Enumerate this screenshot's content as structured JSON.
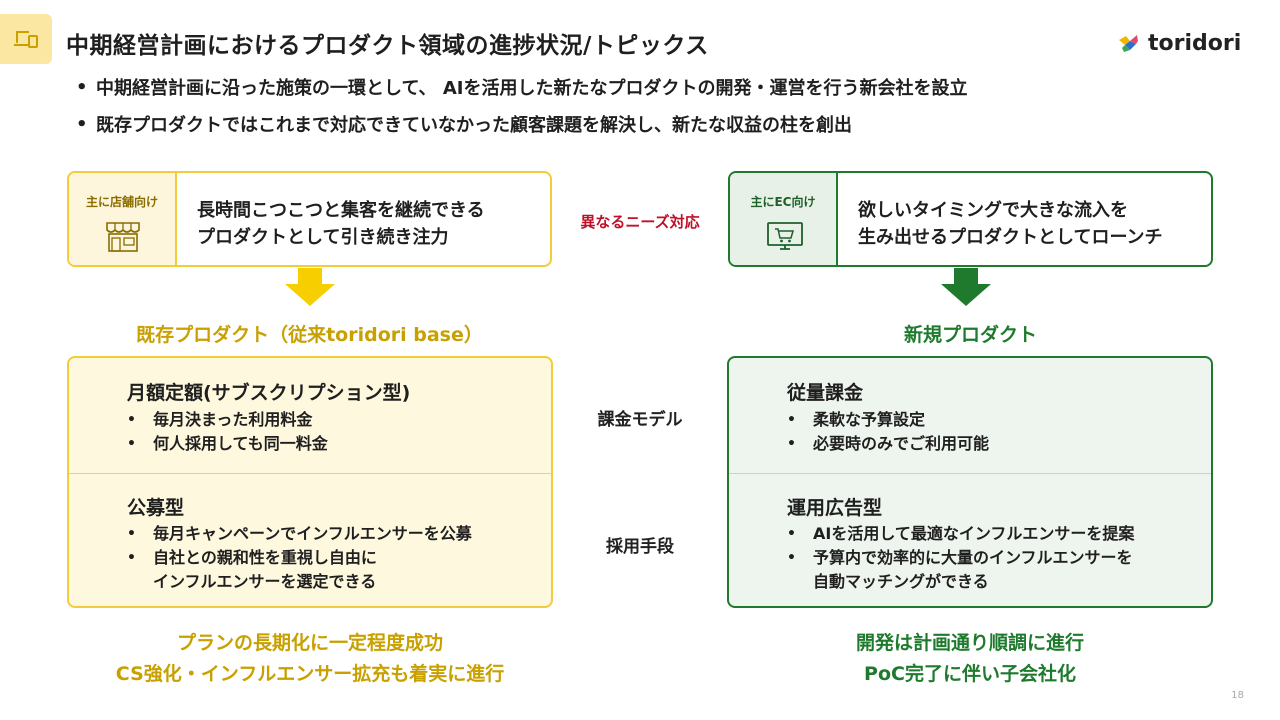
{
  "header": {
    "title": "中期経営計画におけるプロダクト領域の進捗状況/トピックス",
    "logo_text": "toridori",
    "bullets": [
      "中期経営計画に沿った施策の一環として、 AIを活用した新たなプロダクトの開発・運営を行う新会社を設立",
      "既存プロダクトではこれまで対応できていなかった顧客課題を解決し、新たな収益の柱を創出"
    ]
  },
  "left_card": {
    "tag": "主に店舗向け",
    "icon": "store-icon",
    "text_lines": [
      "長時間こつこつと集客を継続できる",
      "プロダクトとして引き続き注力"
    ]
  },
  "middle_label": "異なるニーズ対応",
  "right_card": {
    "tag": "主にEC向け",
    "icon": "computer-cart-icon",
    "text_lines": [
      "欲しいタイミングで大きな流入を",
      "生み出せるプロダクトとしてローンチ"
    ]
  },
  "left_section": {
    "title": "既存プロダクト（従来toridori base）",
    "billing": {
      "head": "月額定額(サブスクリプション型)",
      "items": [
        "毎月決まった利用料金",
        "何人採用しても同一料金"
      ]
    },
    "recruit": {
      "head": "公募型",
      "items": [
        "毎月キャンペーンでインフルエンサーを公募",
        "自社との親和性を重視し自由に\nインフルエンサーを選定できる"
      ]
    },
    "footer": [
      "プランの長期化に一定程度成功",
      "CS強化・インフルエンサー拡充も着実に進行"
    ]
  },
  "right_section": {
    "title": "新規プロダクト",
    "billing": {
      "head": "従量課金",
      "items": [
        "柔軟な予算設定",
        "必要時のみでご利用可能"
      ]
    },
    "recruit": {
      "head": "運用広告型",
      "items": [
        "AIを活用して最適なインフルエンサーを提案",
        "予算内で効率的に大量のインフルエンサーを\n自動マッチングができる"
      ]
    },
    "footer": [
      "開発は計画通り順調に進行",
      "PoC完了に伴い子会社化"
    ]
  },
  "row_labels": {
    "billing": "課金モデル",
    "recruit": "採用手段"
  },
  "page_number": "18",
  "colors": {
    "yellow": "#f2cc3a",
    "green": "#1f7a2e",
    "red": "#c0102a"
  }
}
